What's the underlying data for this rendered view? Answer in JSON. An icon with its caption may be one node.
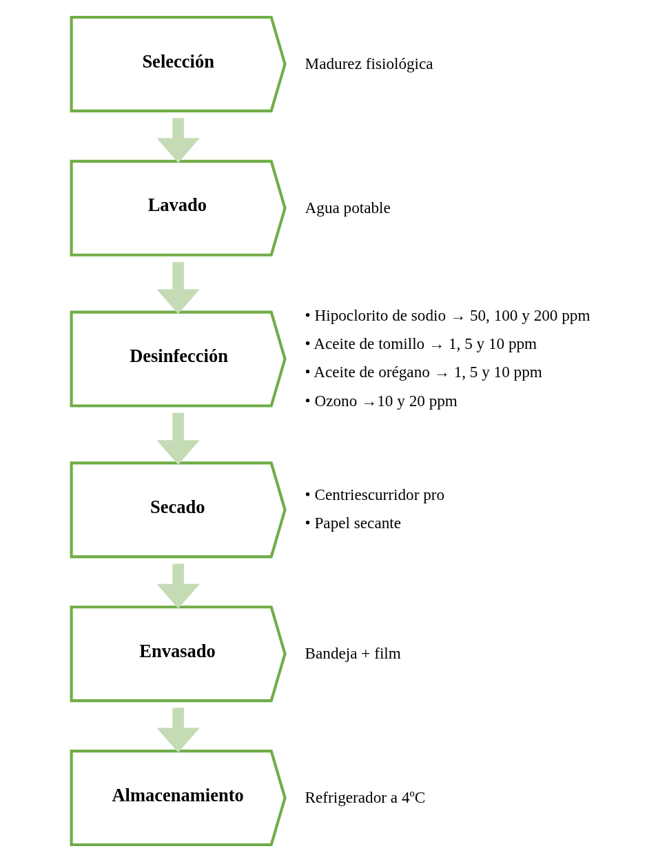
{
  "diagram": {
    "nodes": [
      {
        "text": [
          "Selección"
        ],
        "beside": [
          "Madurez fisiológica"
        ]
      },
      {
        "text": [
          "Lavado"
        ],
        "beside": [
          "Agua potable"
        ]
      },
      {
        "text": [
          "Desinfección"
        ],
        "beside": [
          "• Hipoclorito de sodio → 50, 100 y 200 ppm",
          "• Aceite de tomillo → 1, 5 y 10 ppm",
          "• Aceite de orégano → 1, 5 y 10 ppm",
          "• Ozono →10 y 20 ppm"
        ]
      },
      {
        "text": [
          "Secado"
        ],
        "beside": [
          "• Centriescurridor pro",
          "• Papel secante"
        ]
      },
      {
        "text": [
          "Envasado"
        ],
        "beside": [
          "Bandeja + film"
        ]
      },
      {
        "text": [
          "Almacenamiento"
        ],
        "beside": [
          "Refrigerador a 4ºC"
        ]
      }
    ],
    "edges": [
      {
        "from": 0,
        "to": 1,
        "arrow": "to"
      },
      {
        "from": 1,
        "to": 2,
        "arrow": "to"
      },
      {
        "from": 2,
        "to": 3,
        "arrow": "to"
      },
      {
        "from": 3,
        "to": 4,
        "arrow": "to"
      },
      {
        "from": 4,
        "to": 5,
        "arrow": "to"
      }
    ]
  }
}
